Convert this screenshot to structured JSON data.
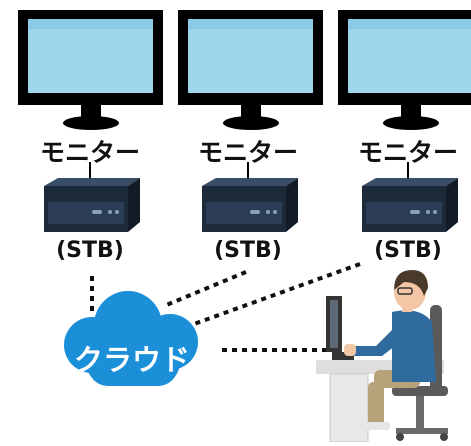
{
  "labels": {
    "monitor": "モニター",
    "stb": "(STB)",
    "cloud": "クラウド"
  },
  "colors": {
    "screen": "#9fd6ec",
    "screen_edge": "#000000",
    "cloud": "#1b8fd8",
    "stb_body": "#1d2a3a",
    "stb_front": "#2c3e55",
    "shirt": "#2f6b9e",
    "pants": "#b6a37a",
    "hair": "#4a3a2a",
    "skin": "#f3c6a5",
    "desk": "#dedede",
    "chair": "#5a5a5a",
    "dots": "#111111"
  },
  "icons": {
    "monitor": "monitor-icon",
    "stb": "set-top-box-icon",
    "cloud": "cloud-icon",
    "person": "person-at-computer-icon"
  }
}
